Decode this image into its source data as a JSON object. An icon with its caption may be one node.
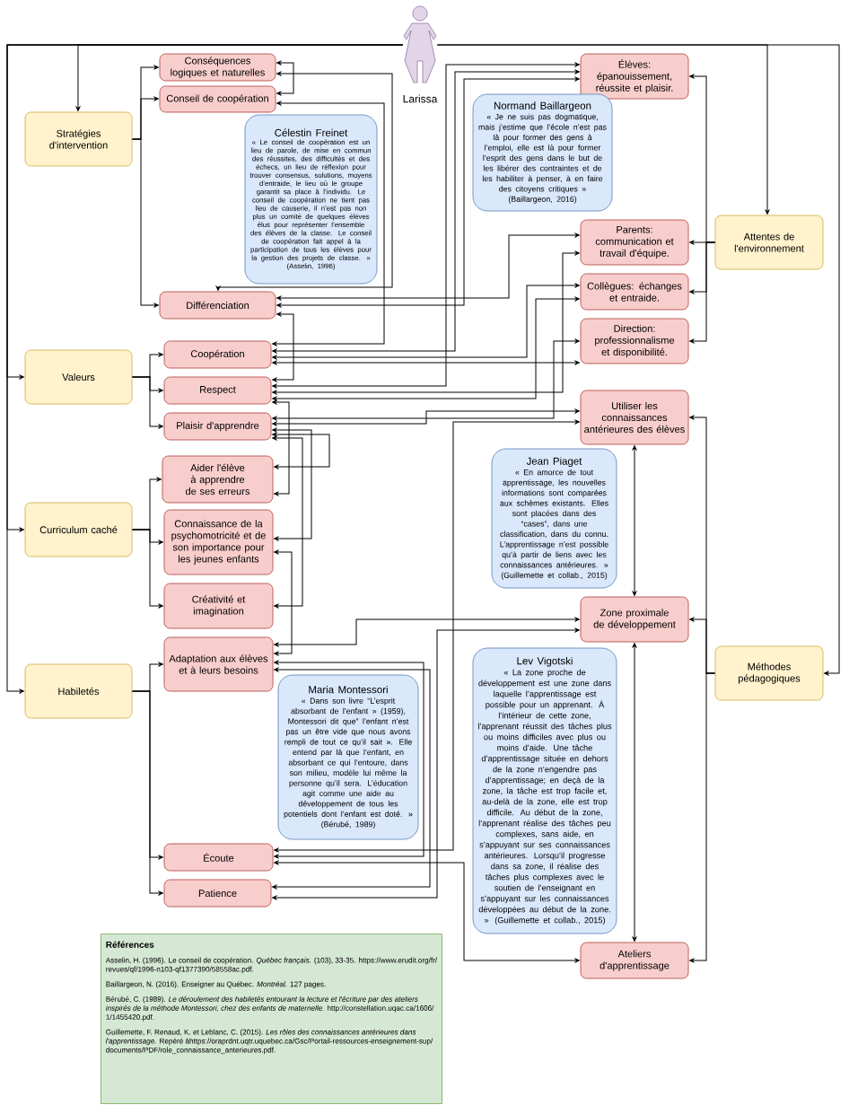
{
  "diagram": {
    "nodes": [
      {
        "text": [
          "Larissa"
        ]
      },
      {
        "text": [
          "Stratégies d'intervention"
        ]
      },
      {
        "text": [
          "Valeurs"
        ]
      },
      {
        "text": [
          "Curriculum caché"
        ]
      },
      {
        "text": [
          "Habiletés"
        ]
      },
      {
        "text": [
          "Attentes de l'environnement"
        ]
      },
      {
        "text": [
          "Méthodes pédagogiques"
        ]
      },
      {
        "text": [
          "Conséquences logiques et naturelles"
        ]
      },
      {
        "text": [
          "Conseil de coopération"
        ]
      },
      {
        "text": [
          "Différenciation"
        ]
      },
      {
        "text": [
          "Coopération"
        ]
      },
      {
        "text": [
          "Respect"
        ]
      },
      {
        "text": [
          "Plaisir d'apprendre"
        ]
      },
      {
        "text": [
          "Aider l'élève à apprendre de ses erreurs"
        ]
      },
      {
        "text": [
          "Connaissance de la psychomotricité et de son importance pour les jeunes enfants"
        ]
      },
      {
        "text": [
          "Créativité et imagination"
        ]
      },
      {
        "text": [
          "Adaptation aux élèves et à leurs besoins"
        ]
      },
      {
        "text": [
          "Écoute"
        ]
      },
      {
        "text": [
          "Patience"
        ]
      },
      {
        "text": [
          "Élèves: épanouissement, réussite et plaisir."
        ]
      },
      {
        "text": [
          "Parents: communication et travail d'équipe."
        ]
      },
      {
        "text": [
          "Collègues: échanges et entraide."
        ]
      },
      {
        "text": [
          "Direction: professionnalisme et disponibilité."
        ]
      },
      {
        "text": [
          "Utiliser les connaissances antérieures des élèves"
        ]
      },
      {
        "text": [
          "Zone proximale de développement"
        ]
      },
      {
        "text": [
          "Ateliers d'apprentissage"
        ]
      },
      {
        "text": [
          "Célestin Freinet",
          "« Le conseil de coopération est un lieu de parole, de mise en commun des réussites, des difficultés et des échecs, un lieu de réflexion pour trouver consensus, solutions, moyens d’entraide, le lieu où le groupe garantit sa place à l’individu. Le conseil de coopération ne tient pas lieu de causerie, il n’est pas non plus un comité de quelques élèves élus pour représenter l’ensemble des élèves de la classe. Le conseil de coopération fait appel à la participation de tous les élèves pour la gestion des projets de classe. » (Asselin, 1996)"
        ]
      },
      {
        "text": [
          "Normand Baillargeon",
          "« Je ne suis pas dogmatique, mais j’estime que l’école n’est pas là pour former des gens à l’emploi, elle est là pour former l’esprit des gens dans le but de les libérer des contraintes et de les habiliter à penser, à en faire des citoyens critiques » (Baillargeon, 2016)"
        ]
      },
      {
        "text": [
          "Jean Piaget",
          "« En amorce de tout apprentissage, les nouvelles informations sont comparées aux schèmes existants. Elles sont placées dans des “cases”, dans une classification, dans du connu. L’apprentissage n’est possible qu’à partir de liens avec les connaissances antérieures. » (Guillemette et collab., 2015)"
        ]
      },
      {
        "text": [
          "Lev Vigotski",
          "« La zone proche de développement est une zone dans laquelle l’apprentissage est possible pour un apprenant. À l’intérieur de cette zone, l’apprenant réussit des tâches plus ou moins difficiles avec plus ou moins d’aide. Une tâche d’apprentissage située en dehors de la zone n’engendre pas d’apprentissage; en deçà de la zone, la tâche est trop facile et, au-delà de la zone, elle est trop difficile. Au début de la zone, l’apprenant réalise des tâches peu complexes, sans aide, en s’appuyant sur ses connaissances antérieures. Lorsqu’il progresse dans sa zone, il réalise des tâches plus complexes avec le soutien de l’enseignant en s’appuyant sur les connaissances développées au début de la zone. » (Guillemette et collab., 2015)"
        ]
      },
      {
        "text": [
          "Maria Montessori",
          "« Dans son livre “L’esprit absorbant de l’enfant » (1959), Montessori dit que” l’enfant n’est pas un être vide que nous avons rempli de tout ce qu’il sait ». Elle entend par là que l’enfant, en absorbant ce qui l’entoure, dans son milieu, modèle lui même la personne qu’il sera. L’éducation agit comme une aide au développement de tous les potentiels dont l’enfant est doté. » (Bérubé, 1989)"
        ]
      },
      {
        "text": [
          "Références",
          "Asselin, H. (1996). Le conseil de coopération. *Québec français.* (103), 33-35. https://www.erudit.org/fr/revues/qf/1996-n103-qf1377390/58558ac.pdf.",
          "Baillargeon, N. (2016). Enseigner au Québec. *Montréal.* 127 pages.",
          "Bérubé, C. (1989). *Le déroulement des habiletés entourant la lecture et l'écriture par des ateliers inspirés de la méthode Montessori, chez des enfants de maternelle.* http://constellation.uqac.ca/1606/1/1455420.pdf.",
          "Guillemette, F. Renaud, K. et Leblanc, C. (2015). *Les rôles des connaissances antérieures dans l'apprentissage.* Repéré àhttps://oraprdnt.uqtr.uquebec.ca/Gsc/Portail-ressources-enseignement-sup/documents/PDF/role_connaissance_anterieures.pdf."
        ]
      }
    ],
    "edges": [
      {
        "from": 0,
        "to": 1,
        "arrow": "to"
      },
      {
        "from": 0,
        "to": 2,
        "arrow": "to"
      },
      {
        "from": 0,
        "to": 3,
        "arrow": "to"
      },
      {
        "from": 0,
        "to": 4,
        "arrow": "to"
      },
      {
        "from": 0,
        "to": 5,
        "arrow": "to"
      },
      {
        "from": 0,
        "to": 6,
        "arrow": "to"
      },
      {
        "from": 1,
        "to": 7,
        "arrow": "to"
      },
      {
        "from": 1,
        "to": 8,
        "arrow": "to"
      },
      {
        "from": 1,
        "to": 9,
        "arrow": "to"
      },
      {
        "from": 2,
        "to": 10,
        "arrow": "to"
      },
      {
        "from": 2,
        "to": 11,
        "arrow": "to"
      },
      {
        "from": 2,
        "to": 12,
        "arrow": "to"
      },
      {
        "from": 3,
        "to": 13,
        "arrow": "to"
      },
      {
        "from": 3,
        "to": 14,
        "arrow": "to"
      },
      {
        "from": 3,
        "to": 15,
        "arrow": "to"
      },
      {
        "from": 4,
        "to": 16,
        "arrow": "to"
      },
      {
        "from": 4,
        "to": 17,
        "arrow": "to"
      },
      {
        "from": 4,
        "to": 18,
        "arrow": "to"
      },
      {
        "from": 5,
        "to": 19,
        "arrow": "to"
      },
      {
        "from": 5,
        "to": 20,
        "arrow": "to"
      },
      {
        "from": 5,
        "to": 21,
        "arrow": "to"
      },
      {
        "from": 5,
        "to": 22,
        "arrow": "to"
      },
      {
        "from": 6,
        "to": 23,
        "arrow": "to"
      },
      {
        "from": 6,
        "to": 24,
        "arrow": "to"
      },
      {
        "from": 6,
        "to": 25,
        "arrow": "to"
      },
      {
        "from": 23,
        "to": 24,
        "arrow": "both"
      },
      {
        "from": 24,
        "to": 25,
        "arrow": "both"
      },
      {
        "from": 7,
        "to": 8,
        "arrow": "both"
      },
      {
        "from": 7,
        "to": 9,
        "arrow": "both"
      },
      {
        "from": 8,
        "to": 10,
        "arrow": "both"
      },
      {
        "from": 9,
        "to": 11,
        "arrow": "both"
      },
      {
        "from": 19,
        "to": 9,
        "arrow": "both"
      },
      {
        "from": 19,
        "to": 10,
        "arrow": "both"
      },
      {
        "from": 19,
        "to": 11,
        "arrow": "both"
      },
      {
        "from": 20,
        "to": 9,
        "arrow": "both"
      },
      {
        "from": 20,
        "to": 11,
        "arrow": "both"
      },
      {
        "from": 21,
        "to": 10,
        "arrow": "both"
      },
      {
        "from": 21,
        "to": 11,
        "arrow": "both"
      },
      {
        "from": 22,
        "to": 10,
        "arrow": "both"
      },
      {
        "from": 22,
        "to": 12,
        "arrow": "both"
      },
      {
        "from": 23,
        "to": 12,
        "arrow": "both"
      },
      {
        "from": 23,
        "to": 17,
        "arrow": "both"
      },
      {
        "from": 24,
        "to": 16,
        "arrow": "both"
      },
      {
        "from": 24,
        "to": 18,
        "arrow": "both"
      },
      {
        "from": 25,
        "to": 17,
        "arrow": "both"
      },
      {
        "from": 11,
        "to": 13,
        "arrow": "both"
      },
      {
        "from": 12,
        "to": 13,
        "arrow": "both"
      },
      {
        "from": 12,
        "to": 14,
        "arrow": "both"
      },
      {
        "from": 12,
        "to": 15,
        "arrow": "both"
      },
      {
        "from": 14,
        "to": 16,
        "arrow": "both"
      },
      {
        "from": 16,
        "to": 17,
        "arrow": "both"
      },
      {
        "from": 16,
        "to": 18,
        "arrow": "both"
      }
    ]
  }
}
